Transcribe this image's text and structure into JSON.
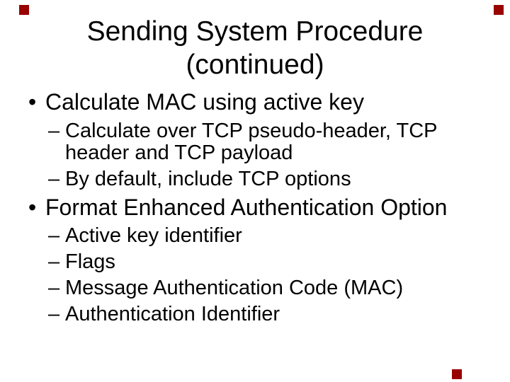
{
  "slide": {
    "title": {
      "line1": "Sending System Procedure",
      "line2": "(continued)"
    },
    "bullet_char": "•",
    "dash_char": "–",
    "bullets": [
      {
        "label": "Calculate MAC using active key",
        "sub": [
          "Calculate over TCP pseudo-header, TCP header and TCP payload",
          "By default, include TCP options"
        ]
      },
      {
        "label": "Format Enhanced Authentication Option",
        "sub": [
          "Active key identifier",
          "Flags",
          "Message Authentication Code (MAC)",
          "Authentication Identifier"
        ]
      }
    ],
    "colors": {
      "background": "#ffffff",
      "text": "#000000",
      "marker": "#990000"
    }
  }
}
